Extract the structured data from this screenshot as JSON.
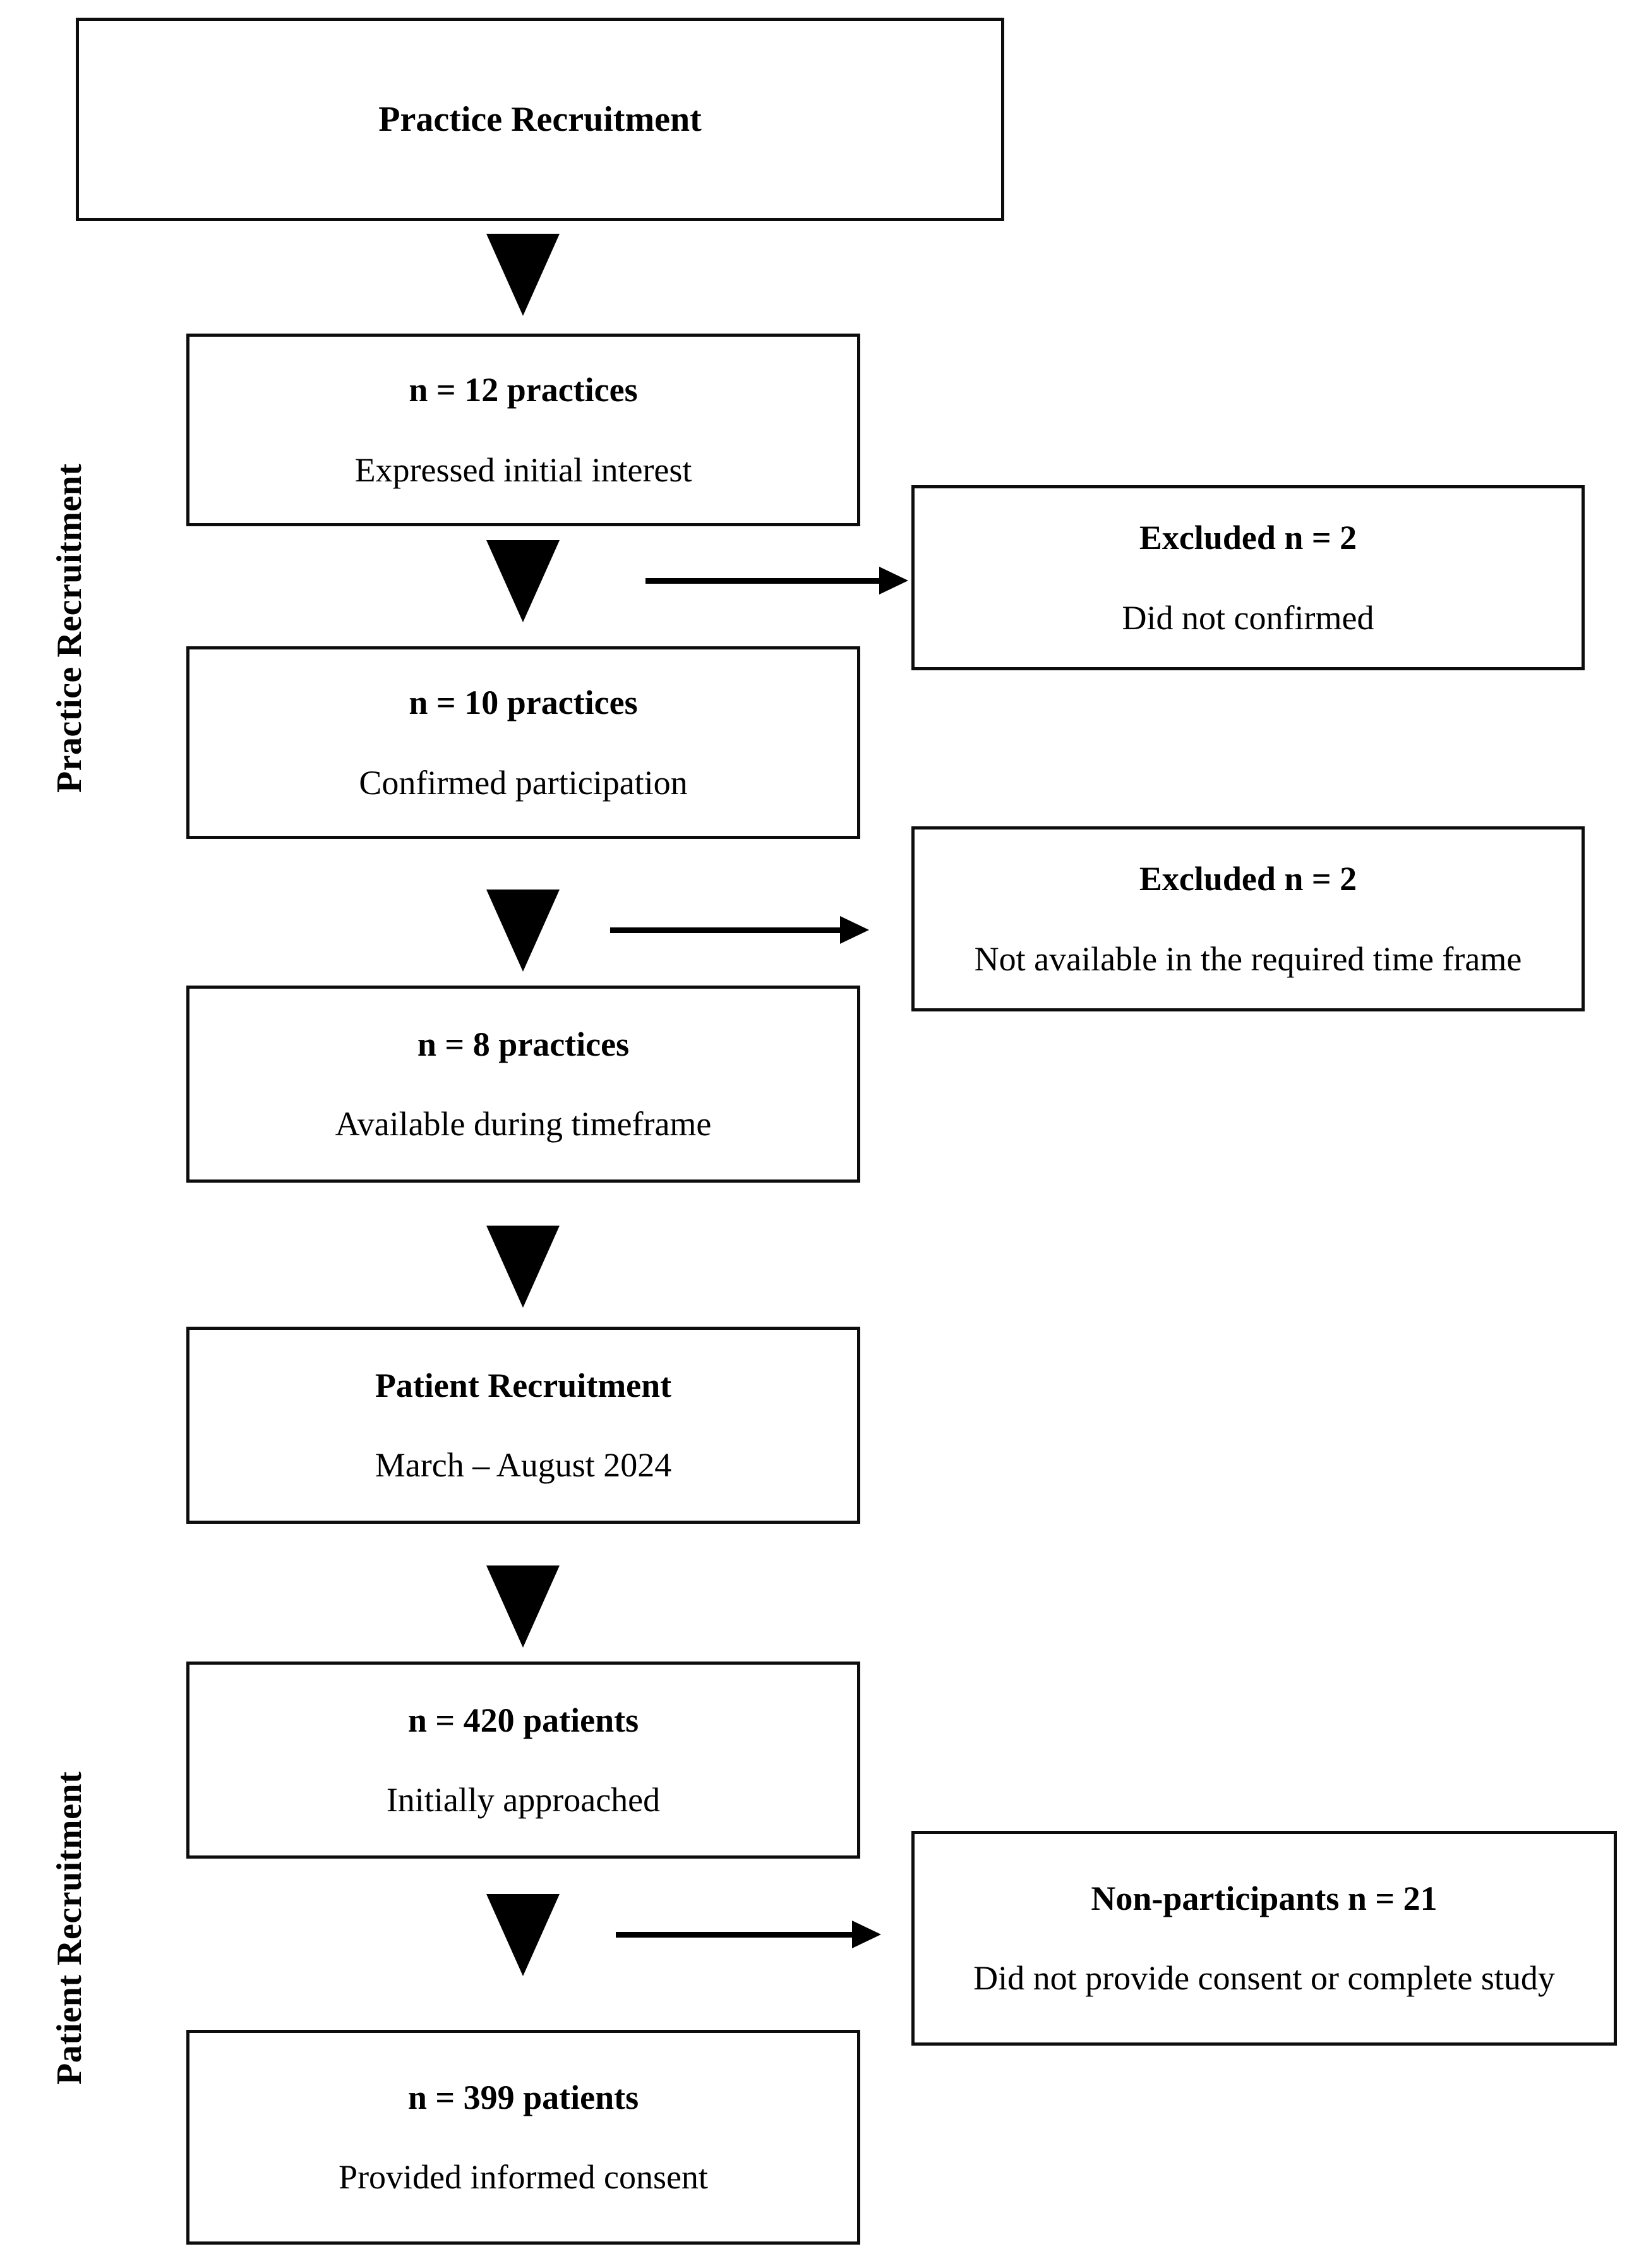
{
  "figure": {
    "type": "study-flow-diagram",
    "title": "Practice and Patient Recruitment Flow",
    "line_color": "#0d0d0d",
    "background": "#ffffff"
  },
  "side_labels": [
    {
      "name": "practice-recruitment",
      "text": "Practice Recruitment"
    },
    {
      "name": "patient-recruitment",
      "text": "Patient Recruitment"
    }
  ],
  "boxes": [
    {
      "id": "practice-recruitment-header",
      "primary": "Practice Recruitment",
      "secondary": ""
    },
    {
      "id": "practices-expressed-interest",
      "primary": "n = 12 practices",
      "secondary": "Expressed initial interest"
    },
    {
      "id": "practices-confirmed",
      "primary": "n = 10 practices",
      "secondary": "Confirmed participation"
    },
    {
      "id": "practices-available",
      "primary": "n = 8 practices",
      "secondary": "Available during timeframe"
    },
    {
      "id": "patient-recruitment-header",
      "primary": "Patient Recruitment",
      "secondary": "March – August 2024"
    },
    {
      "id": "patients-approached",
      "primary": "n = 420 patients",
      "secondary": "Initially approached"
    },
    {
      "id": "patients-consented",
      "primary": "n = 399 patients",
      "secondary": "Provided informed consent"
    }
  ],
  "exclusion_boxes": [
    {
      "id": "excluded-not-confirmed",
      "primary": "Excluded n = 2",
      "secondary": "Did not confirmed"
    },
    {
      "id": "excluded-not-available",
      "primary": "Excluded n = 2",
      "secondary": "Not available in the required time frame"
    },
    {
      "id": "non-participants",
      "primary": "Non-participants n = 21",
      "secondary": "Did not provide consent or complete study"
    }
  ],
  "connectors": {
    "down_arrow_count": 6,
    "side_arrow_count": 3,
    "glyph": "down-triangle"
  }
}
